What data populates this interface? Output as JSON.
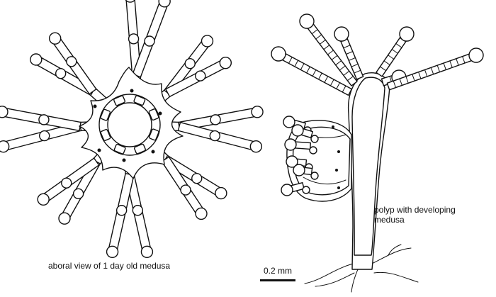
{
  "labels": {
    "medusa_caption": "aboral view of 1 day old medusa",
    "polyp_caption": "polyp with developing medusa",
    "scale_bar": "0.2 mm"
  },
  "colors": {
    "ink": "#111111",
    "paper": "#ffffff"
  }
}
